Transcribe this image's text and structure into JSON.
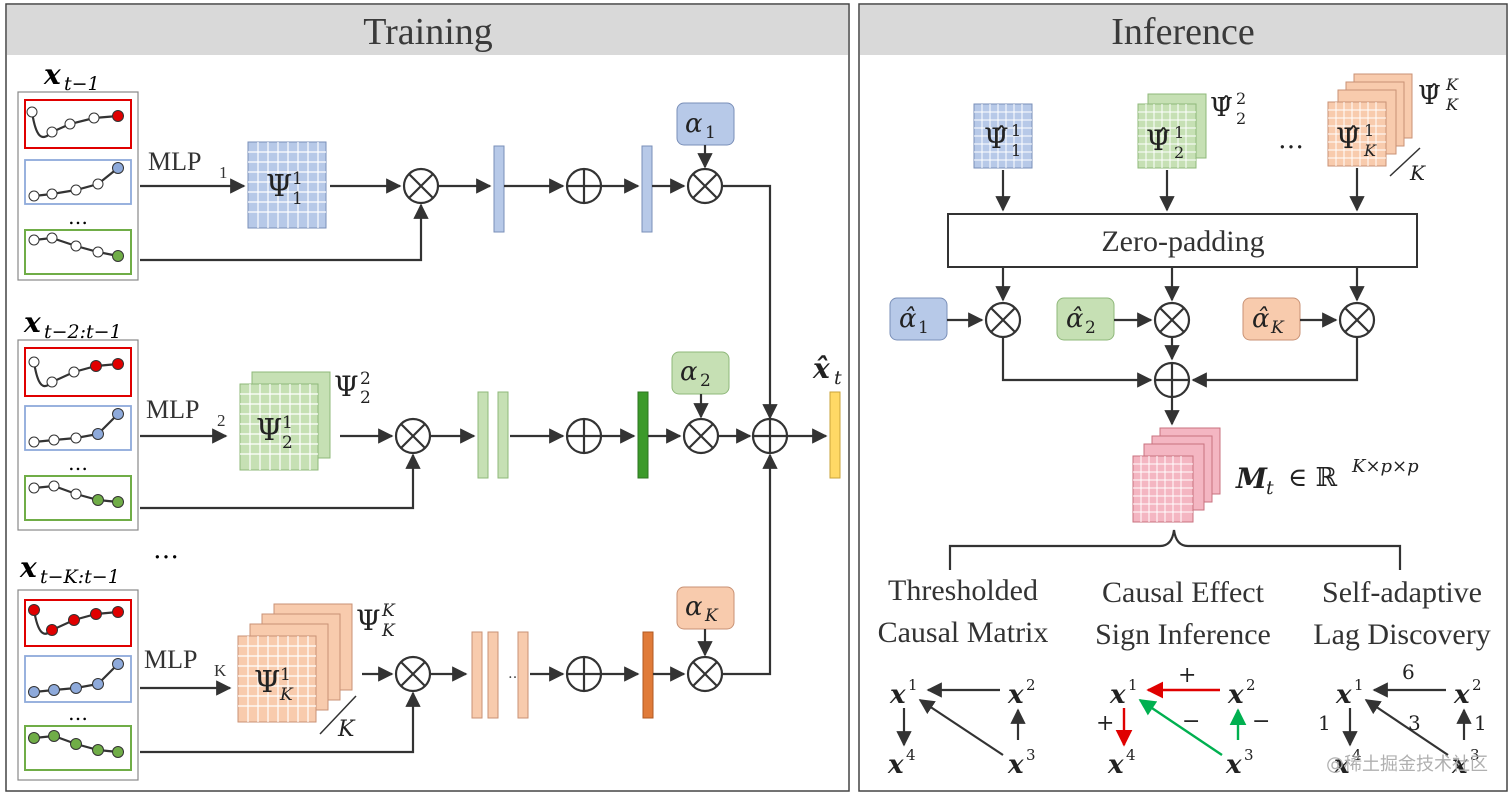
{
  "panels": {
    "training_title": "Training",
    "inference_title": "Inference"
  },
  "training": {
    "input_labels": [
      "x",
      "x",
      "x"
    ],
    "input_subs": [
      "t−1",
      "t−2:t−1",
      "t−K:t−1"
    ],
    "mlp_labels": [
      "MLP",
      "MLP",
      "MLP"
    ],
    "mlp_subs": [
      "1",
      "2",
      "K"
    ],
    "psi_sub": "1",
    "psi_sups": [
      "1",
      "2",
      "K"
    ],
    "psi_back_subs": [
      "2",
      "K"
    ],
    "psi_back_sups": [
      "2",
      "K"
    ],
    "alpha": "α",
    "alpha_subs": [
      "1",
      "2",
      "K"
    ],
    "stack_label": "K",
    "ellipsis": "…",
    "output_label": "x̂",
    "output_sub": "t",
    "colors": {
      "blue": "#b7c9e8",
      "green": "#c6e0b4",
      "orange": "#f8cbad",
      "yellow": "#ffd966",
      "red": "#e00000"
    }
  },
  "inference": {
    "psi_hat": "Ψ̂",
    "zero_padding": "Zero-padding",
    "alpha_hat": "α̂",
    "alpha_subs": [
      "1",
      "2",
      "K"
    ],
    "mt_label": "M",
    "mt_sub": "t",
    "mt_set": "∈ ℝ",
    "mt_sup": "K×p×p",
    "stack_label": "K",
    "ellipsis": "…",
    "columns": [
      {
        "line1": "Thresholded",
        "line2": "Causal Matrix"
      },
      {
        "line1": "Causal Effect",
        "line2": "Sign Inference"
      },
      {
        "line1": "Self-adaptive",
        "line2": "Lag Discovery"
      }
    ],
    "graph_nodes": [
      "x",
      "x",
      "x",
      "x"
    ],
    "graph_node_sups": [
      "1",
      "2",
      "3",
      "4"
    ],
    "sign_labels": [
      "+",
      "−",
      "+",
      "−"
    ],
    "lag_labels": [
      "6",
      "1",
      "3",
      "1"
    ]
  },
  "watermark": "@稀土掘金技术社区"
}
